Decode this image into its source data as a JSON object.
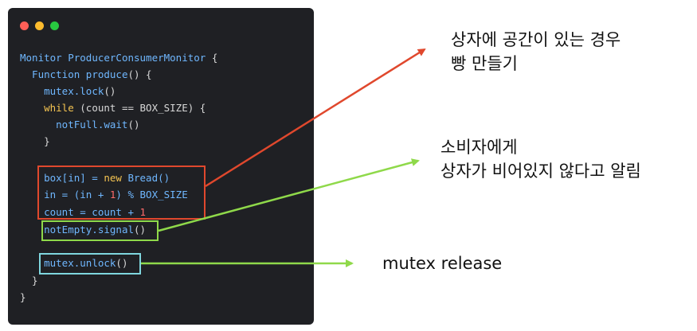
{
  "window": {
    "buttons": [
      "close",
      "minimize",
      "maximize"
    ]
  },
  "code": {
    "l1": {
      "a": "Monitor ",
      "b": "ProducerConsumerMonitor",
      "c": " {"
    },
    "l2": {
      "a": "  Function ",
      "b": "produce",
      "c": "() {"
    },
    "l3": {
      "a": "    mutex.",
      "b": "lock",
      "c": "()"
    },
    "l4": {
      "a": "    ",
      "b": "while",
      "c": " (count == BOX_SIZE) {"
    },
    "l5": {
      "a": "      notFull.",
      "b": "wait",
      "c": "()"
    },
    "l6": {
      "a": "    }"
    },
    "l7": {
      "a": "    box[in] = ",
      "b": "new",
      "c": " Bread()"
    },
    "l8": {
      "a": "    in = (in + ",
      "b": "1",
      "c": ") % BOX_SIZE"
    },
    "l9": {
      "a": "    count = count + ",
      "b": "1"
    },
    "l10": {
      "a": "    notEmpty.",
      "b": "signal",
      "c": "()"
    },
    "l11": {
      "a": "    mutex.",
      "b": "unlock",
      "c": "()"
    },
    "l12": {
      "a": "  }"
    },
    "l13": {
      "a": "}"
    }
  },
  "annotations": {
    "top_line1": "상자에 공간이 있는 경우",
    "top_line2": "빵 만들기",
    "mid_line1": "소비자에게",
    "mid_line2": "상자가 비어있지 않다고 알림",
    "bottom": "mutex release"
  },
  "colors": {
    "red": "#e0482d",
    "green": "#8fd94a",
    "cyan": "#7fd6de"
  }
}
